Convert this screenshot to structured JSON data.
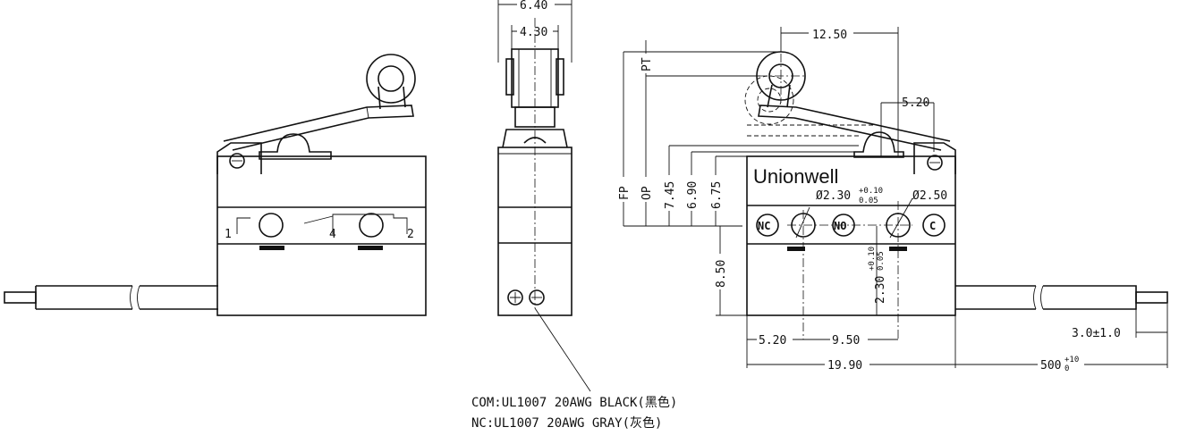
{
  "left_view": {
    "pin_labels": [
      "1",
      "4",
      "2"
    ]
  },
  "side_view": {
    "width_label": "6.40",
    "inner_width_label": "4.30"
  },
  "front_view": {
    "brand": "Unionwell",
    "terminal_labels": [
      "NC",
      "NO",
      "C"
    ],
    "dimensions": {
      "lever_length": "12.50",
      "roller_offset": "5.20",
      "pt": "PT",
      "fp": "FP",
      "op": "OP",
      "h_745": "7.45",
      "h_690": "6.90",
      "h_675": "6.75",
      "hole_small_prefix": "Ø2.30",
      "hole_small_tol_upper": "+0.10",
      "hole_small_tol_lower": "0.05",
      "hole_large": "Ø2.50",
      "height_850": "8.50",
      "height_230_prefix": "2.30",
      "height_230_tol_upper": "+0.10",
      "height_230_tol_lower": "0.05",
      "bottom_520": "5.20",
      "bottom_950": "9.50",
      "overall_1990": "19.90",
      "cable_length_prefix": "500",
      "cable_length_tol_upper": "+10",
      "cable_length_tol_lower": "0",
      "strip_length": "3.0±1.0"
    }
  },
  "cable_notes": [
    "COM:UL1007 20AWG BLACK(黑色)",
    "NC:UL1007 20AWG GRAY(灰色)"
  ]
}
